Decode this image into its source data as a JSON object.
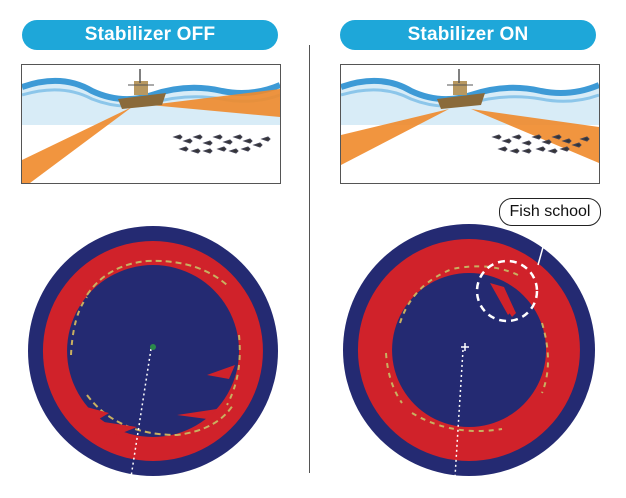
{
  "panels": {
    "left": {
      "title": "Stabilizer OFF"
    },
    "right": {
      "title": "Stabilizer ON"
    }
  },
  "callout": {
    "label": "Fish school"
  },
  "colors": {
    "pill": "#1ea7d9",
    "sonar_background": "#242a72",
    "echo_ring": "#d0222a",
    "beam": "#f08a2a",
    "water": "#3d9ad6"
  },
  "icons": [
    "ship-icon",
    "fish-school-icon",
    "heading-marker-icon",
    "center-cross-icon"
  ]
}
